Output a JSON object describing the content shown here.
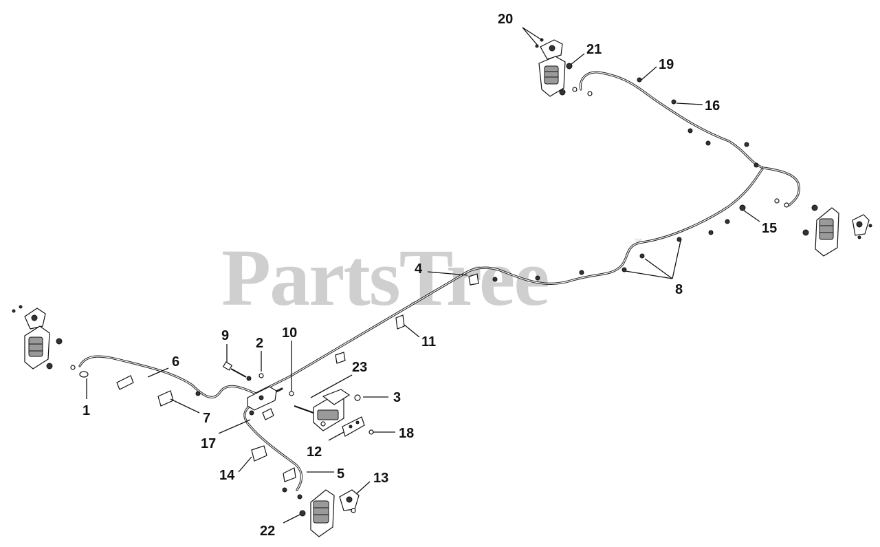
{
  "watermark": {
    "text": "PartsTree",
    "trademark": "™"
  },
  "callouts": {
    "c1": "1",
    "c2": "2",
    "c3": "3",
    "c4": "4",
    "c5": "5",
    "c6": "6",
    "c7": "7",
    "c8": "8",
    "c9": "9",
    "c10": "10",
    "c11": "11",
    "c12": "12",
    "c13": "13",
    "c14": "14",
    "c15": "15",
    "c16": "16",
    "c17": "17",
    "c18": "18",
    "c19": "19",
    "c20": "20",
    "c21": "21",
    "c22": "22",
    "c23": "23"
  }
}
